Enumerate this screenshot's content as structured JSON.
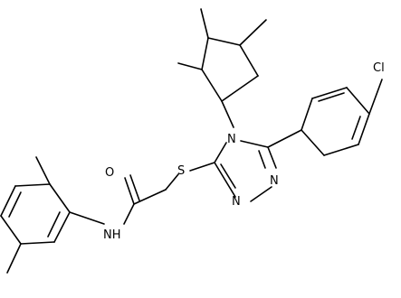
{
  "molecule": {
    "atoms": {
      "N_amide": "NH",
      "O_carbonyl": "O",
      "S_thio": "S",
      "N_triazole_4": "N",
      "N_triazole_1": "N",
      "N_triazole_2": "N",
      "Cl": "Cl"
    }
  }
}
